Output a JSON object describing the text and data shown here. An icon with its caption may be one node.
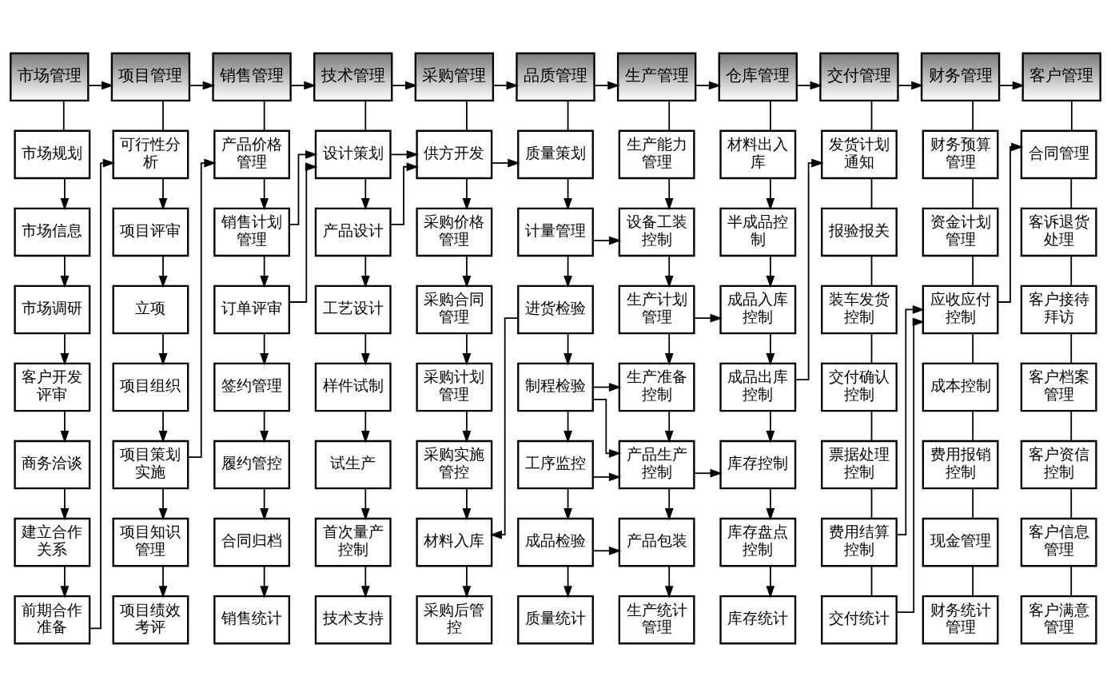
{
  "diagram": {
    "nodes": [
      {
        "text": [
          "市场管理"
        ]
      },
      {
        "text": [
          "项目管理"
        ]
      },
      {
        "text": [
          "销售管理"
        ]
      },
      {
        "text": [
          "技术管理"
        ]
      },
      {
        "text": [
          "采购管理"
        ]
      },
      {
        "text": [
          "品质管理"
        ]
      },
      {
        "text": [
          "生产管理"
        ]
      },
      {
        "text": [
          "仓库管理"
        ]
      },
      {
        "text": [
          "交付管理"
        ]
      },
      {
        "text": [
          "财务管理"
        ]
      },
      {
        "text": [
          "客户管理"
        ]
      },
      {
        "text": [
          "市场规划"
        ]
      },
      {
        "text": [
          "可行性分析"
        ]
      },
      {
        "text": [
          "产品价格管理"
        ]
      },
      {
        "text": [
          "设计策划"
        ]
      },
      {
        "text": [
          "供方开发"
        ]
      },
      {
        "text": [
          "质量策划"
        ]
      },
      {
        "text": [
          "生产能力管理"
        ]
      },
      {
        "text": [
          "材料出入库"
        ]
      },
      {
        "text": [
          "发货计划通知"
        ]
      },
      {
        "text": [
          "财务预算管理"
        ]
      },
      {
        "text": [
          "合同管理"
        ]
      },
      {
        "text": [
          "市场信息"
        ]
      },
      {
        "text": [
          "项目评审"
        ]
      },
      {
        "text": [
          "销售计划管理"
        ]
      },
      {
        "text": [
          "产品设计"
        ]
      },
      {
        "text": [
          "采购价格管理"
        ]
      },
      {
        "text": [
          "计量管理"
        ]
      },
      {
        "text": [
          "设备工装控制"
        ]
      },
      {
        "text": [
          "半成品控制"
        ]
      },
      {
        "text": [
          "报验报关"
        ]
      },
      {
        "text": [
          "资金计划管理"
        ]
      },
      {
        "text": [
          "客诉退货处理"
        ]
      },
      {
        "text": [
          "市场调研"
        ]
      },
      {
        "text": [
          "立项"
        ]
      },
      {
        "text": [
          "订单评审"
        ]
      },
      {
        "text": [
          "工艺设计"
        ]
      },
      {
        "text": [
          "采购合同管理"
        ]
      },
      {
        "text": [
          "进货检验"
        ]
      },
      {
        "text": [
          "生产计划管理"
        ]
      },
      {
        "text": [
          "成品入库控制"
        ]
      },
      {
        "text": [
          "装车发货控制"
        ]
      },
      {
        "text": [
          "应收应付控制"
        ]
      },
      {
        "text": [
          "客户接待拜访"
        ]
      },
      {
        "text": [
          "客户开发评审"
        ]
      },
      {
        "text": [
          "项目组织"
        ]
      },
      {
        "text": [
          "签约管理"
        ]
      },
      {
        "text": [
          "样件试制"
        ]
      },
      {
        "text": [
          "采购计划管理"
        ]
      },
      {
        "text": [
          "制程检验"
        ]
      },
      {
        "text": [
          "生产准备控制"
        ]
      },
      {
        "text": [
          "成品出库控制"
        ]
      },
      {
        "text": [
          "交付确认控制"
        ]
      },
      {
        "text": [
          "成本控制"
        ]
      },
      {
        "text": [
          "客户档案管理"
        ]
      },
      {
        "text": [
          "商务洽谈"
        ]
      },
      {
        "text": [
          "项目策划实施"
        ]
      },
      {
        "text": [
          "履约管控"
        ]
      },
      {
        "text": [
          "试生产"
        ]
      },
      {
        "text": [
          "采购实施管控"
        ]
      },
      {
        "text": [
          "工序监控"
        ]
      },
      {
        "text": [
          "产品生产控制"
        ]
      },
      {
        "text": [
          "库存控制"
        ]
      },
      {
        "text": [
          "票据处理控制"
        ]
      },
      {
        "text": [
          "费用报销控制"
        ]
      },
      {
        "text": [
          "客户资信控制"
        ]
      },
      {
        "text": [
          "建立合作关系"
        ]
      },
      {
        "text": [
          "项目知识管理"
        ]
      },
      {
        "text": [
          "合同归档"
        ]
      },
      {
        "text": [
          "首次量产控制"
        ]
      },
      {
        "text": [
          "材料入库"
        ]
      },
      {
        "text": [
          "成品检验"
        ]
      },
      {
        "text": [
          "产品包装"
        ]
      },
      {
        "text": [
          "库存盘点控制"
        ]
      },
      {
        "text": [
          "费用结算控制"
        ]
      },
      {
        "text": [
          "现金管理"
        ]
      },
      {
        "text": [
          "客户信息管理"
        ]
      },
      {
        "text": [
          "前期合作准备"
        ]
      },
      {
        "text": [
          "项目绩效考评"
        ]
      },
      {
        "text": [
          "销售统计"
        ]
      },
      {
        "text": [
          "技术支持"
        ]
      },
      {
        "text": [
          "采购后管控"
        ]
      },
      {
        "text": [
          "质量统计"
        ]
      },
      {
        "text": [
          "生产统计管理"
        ]
      },
      {
        "text": [
          "库存统计"
        ]
      },
      {
        "text": [
          "交付统计"
        ]
      },
      {
        "text": [
          "财务统计管理"
        ]
      },
      {
        "text": [
          "客户满意管理"
        ]
      }
    ],
    "edges": [
      {
        "from": 0,
        "to": 1,
        "arrow": "to"
      },
      {
        "from": 1,
        "to": 2,
        "arrow": "to"
      },
      {
        "from": 2,
        "to": 3,
        "arrow": "to"
      },
      {
        "from": 3,
        "to": 4,
        "arrow": "to"
      },
      {
        "from": 4,
        "to": 5,
        "arrow": "to"
      },
      {
        "from": 5,
        "to": 6,
        "arrow": "to"
      },
      {
        "from": 6,
        "to": 7,
        "arrow": "to"
      },
      {
        "from": 7,
        "to": 8,
        "arrow": "to"
      },
      {
        "from": 8,
        "to": 9,
        "arrow": "to"
      },
      {
        "from": 9,
        "to": 10,
        "arrow": "to"
      },
      {
        "from": 0,
        "to": 11,
        "arrow": "none"
      },
      {
        "from": 1,
        "to": 12,
        "arrow": "none"
      },
      {
        "from": 2,
        "to": 13,
        "arrow": "none"
      },
      {
        "from": 3,
        "to": 14,
        "arrow": "none"
      },
      {
        "from": 4,
        "to": 15,
        "arrow": "none"
      },
      {
        "from": 5,
        "to": 16,
        "arrow": "none"
      },
      {
        "from": 6,
        "to": 17,
        "arrow": "none"
      },
      {
        "from": 7,
        "to": 18,
        "arrow": "none"
      },
      {
        "from": 8,
        "to": 19,
        "arrow": "none"
      },
      {
        "from": 9,
        "to": 20,
        "arrow": "none"
      },
      {
        "from": 10,
        "to": 21,
        "arrow": "none"
      },
      {
        "from": 11,
        "to": 22,
        "arrow": "to"
      },
      {
        "from": 22,
        "to": 33,
        "arrow": "to"
      },
      {
        "from": 33,
        "to": 44,
        "arrow": "to"
      },
      {
        "from": 44,
        "to": 55,
        "arrow": "to"
      },
      {
        "from": 55,
        "to": 66,
        "arrow": "to"
      },
      {
        "from": 66,
        "to": 77,
        "arrow": "to"
      },
      {
        "from": 12,
        "to": 23,
        "arrow": "to"
      },
      {
        "from": 23,
        "to": 34,
        "arrow": "to"
      },
      {
        "from": 34,
        "to": 45,
        "arrow": "to"
      },
      {
        "from": 45,
        "to": 56,
        "arrow": "to"
      },
      {
        "from": 56,
        "to": 67,
        "arrow": "to"
      },
      {
        "from": 67,
        "to": 78,
        "arrow": "to"
      },
      {
        "from": 13,
        "to": 24,
        "arrow": "to"
      },
      {
        "from": 24,
        "to": 35,
        "arrow": "to"
      },
      {
        "from": 35,
        "to": 46,
        "arrow": "to"
      },
      {
        "from": 46,
        "to": 57,
        "arrow": "to"
      },
      {
        "from": 57,
        "to": 68,
        "arrow": "to"
      },
      {
        "from": 68,
        "to": 79,
        "arrow": "to"
      },
      {
        "from": 14,
        "to": 25,
        "arrow": "to"
      },
      {
        "from": 25,
        "to": 36,
        "arrow": "to"
      },
      {
        "from": 36,
        "to": 47,
        "arrow": "to"
      },
      {
        "from": 47,
        "to": 58,
        "arrow": "to"
      },
      {
        "from": 58,
        "to": 69,
        "arrow": "to"
      },
      {
        "from": 69,
        "to": 80,
        "arrow": "to"
      },
      {
        "from": 15,
        "to": 26,
        "arrow": "to"
      },
      {
        "from": 26,
        "to": 37,
        "arrow": "to"
      },
      {
        "from": 37,
        "to": 48,
        "arrow": "to"
      },
      {
        "from": 48,
        "to": 59,
        "arrow": "to"
      },
      {
        "from": 59,
        "to": 70,
        "arrow": "to"
      },
      {
        "from": 70,
        "to": 81,
        "arrow": "to"
      },
      {
        "from": 16,
        "to": 27,
        "arrow": "to"
      },
      {
        "from": 27,
        "to": 38,
        "arrow": "to"
      },
      {
        "from": 38,
        "to": 49,
        "arrow": "to"
      },
      {
        "from": 49,
        "to": 60,
        "arrow": "to"
      },
      {
        "from": 60,
        "to": 71,
        "arrow": "to"
      },
      {
        "from": 71,
        "to": 82,
        "arrow": "to"
      },
      {
        "from": 17,
        "to": 28,
        "arrow": "to"
      },
      {
        "from": 28,
        "to": 39,
        "arrow": "to"
      },
      {
        "from": 39,
        "to": 50,
        "arrow": "to"
      },
      {
        "from": 50,
        "to": 61,
        "arrow": "to"
      },
      {
        "from": 61,
        "to": 72,
        "arrow": "to"
      },
      {
        "from": 72,
        "to": 83,
        "arrow": "to"
      },
      {
        "from": 18,
        "to": 29,
        "arrow": "to"
      },
      {
        "from": 29,
        "to": 40,
        "arrow": "to"
      },
      {
        "from": 40,
        "to": 51,
        "arrow": "to"
      },
      {
        "from": 51,
        "to": 62,
        "arrow": "to"
      },
      {
        "from": 62,
        "to": 73,
        "arrow": "to"
      },
      {
        "from": 73,
        "to": 84,
        "arrow": "to"
      },
      {
        "from": 19,
        "to": 30,
        "arrow": "none"
      },
      {
        "from": 30,
        "to": 41,
        "arrow": "none"
      },
      {
        "from": 41,
        "to": 52,
        "arrow": "none"
      },
      {
        "from": 52,
        "to": 63,
        "arrow": "none"
      },
      {
        "from": 63,
        "to": 74,
        "arrow": "none"
      },
      {
        "from": 74,
        "to": 85,
        "arrow": "none"
      },
      {
        "from": 20,
        "to": 31,
        "arrow": "none"
      },
      {
        "from": 31,
        "to": 42,
        "arrow": "none"
      },
      {
        "from": 42,
        "to": 53,
        "arrow": "none"
      },
      {
        "from": 53,
        "to": 64,
        "arrow": "none"
      },
      {
        "from": 64,
        "to": 75,
        "arrow": "none"
      },
      {
        "from": 75,
        "to": 86,
        "arrow": "none"
      },
      {
        "from": 21,
        "to": 32,
        "arrow": "none"
      },
      {
        "from": 32,
        "to": 43,
        "arrow": "none"
      },
      {
        "from": 43,
        "to": 54,
        "arrow": "none"
      },
      {
        "from": 54,
        "to": 65,
        "arrow": "none"
      },
      {
        "from": 65,
        "to": 76,
        "arrow": "none"
      },
      {
        "from": 76,
        "to": 87,
        "arrow": "none"
      },
      {
        "from": 77,
        "to": 12,
        "arrow": "to"
      },
      {
        "from": 56,
        "to": 13,
        "arrow": "to"
      },
      {
        "from": 24,
        "to": 14,
        "arrow": "to"
      },
      {
        "from": 35,
        "to": 14,
        "arrow": "to"
      },
      {
        "from": 14,
        "to": 15,
        "arrow": "to"
      },
      {
        "from": 25,
        "to": 15,
        "arrow": "to"
      },
      {
        "from": 15,
        "to": 16,
        "arrow": "to"
      },
      {
        "from": 27,
        "to": 28,
        "arrow": "to"
      },
      {
        "from": 38,
        "to": 70,
        "arrow": "to"
      },
      {
        "from": 49,
        "to": 50,
        "arrow": "to"
      },
      {
        "from": 49,
        "to": 61,
        "arrow": "to"
      },
      {
        "from": 60,
        "to": 61,
        "arrow": "to"
      },
      {
        "from": 71,
        "to": 72,
        "arrow": "to"
      },
      {
        "from": 39,
        "to": 40,
        "arrow": "to"
      },
      {
        "from": 61,
        "to": 62,
        "arrow": "to"
      },
      {
        "from": 51,
        "to": 19,
        "arrow": "to"
      },
      {
        "from": 74,
        "to": 42,
        "arrow": "to"
      },
      {
        "from": 85,
        "to": 42,
        "arrow": "to"
      },
      {
        "from": 42,
        "to": 21,
        "arrow": "to"
      }
    ]
  }
}
